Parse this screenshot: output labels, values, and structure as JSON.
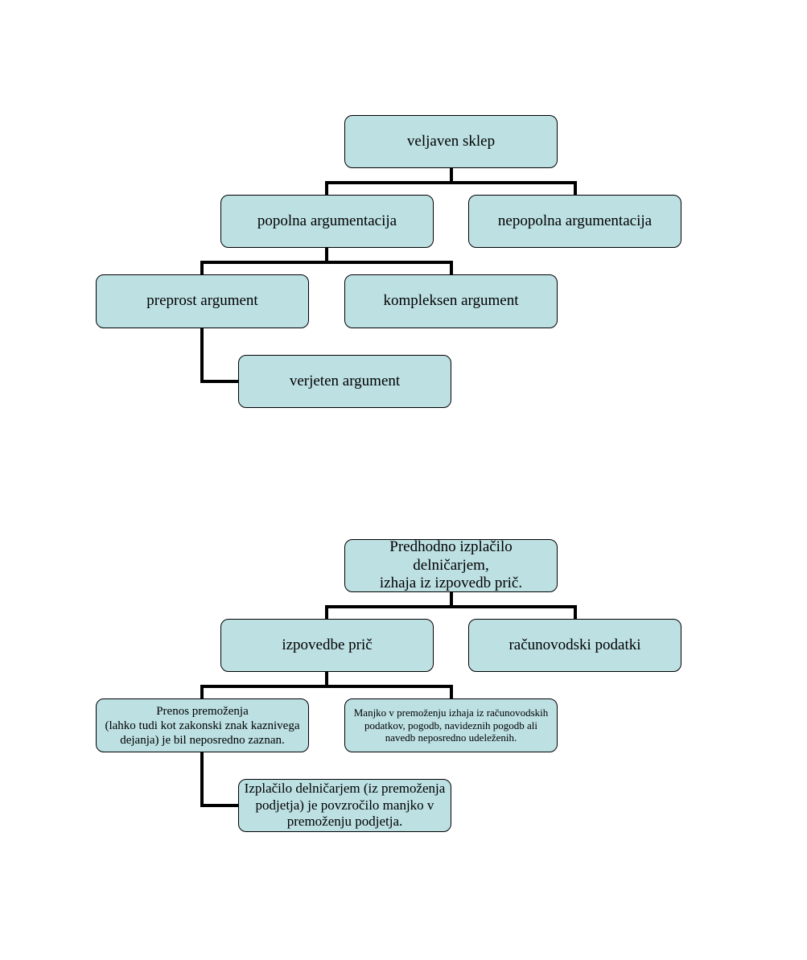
{
  "diagrams": [
    {
      "nodes": {
        "root": "veljaven sklep",
        "level1_left": "popolna argumentacija",
        "level1_right": "nepopolna argumentacija",
        "level2_left": "preprost argument",
        "level2_right": "kompleksen argument",
        "level3": "verjeten argument"
      }
    },
    {
      "nodes": {
        "root": "Predhodno izplačilo delničarjem,\nizhaja iz izpovedb prič.",
        "level1_left": "izpovedbe prič",
        "level1_right": "računovodski podatki",
        "level2_left": "Prenos premoženja\n(lahko tudi kot zakonski znak kaznivega\ndejanja) je bil neposredno zaznan.",
        "level2_right": "Manjko v premoženju izhaja iz računovodskih\npodatkov, pogodb, navideznih pogodb ali\nnavedb neposredno udeleženih.",
        "level3": "Izplačilo delničarjem (iz premoženja\npodjetja) je povzročilo manjko v\npremoženju podjetja."
      }
    }
  ],
  "colors": {
    "node_fill": "#bde0e3",
    "node_border": "#000000",
    "connector": "#000000",
    "background": "#ffffff"
  }
}
